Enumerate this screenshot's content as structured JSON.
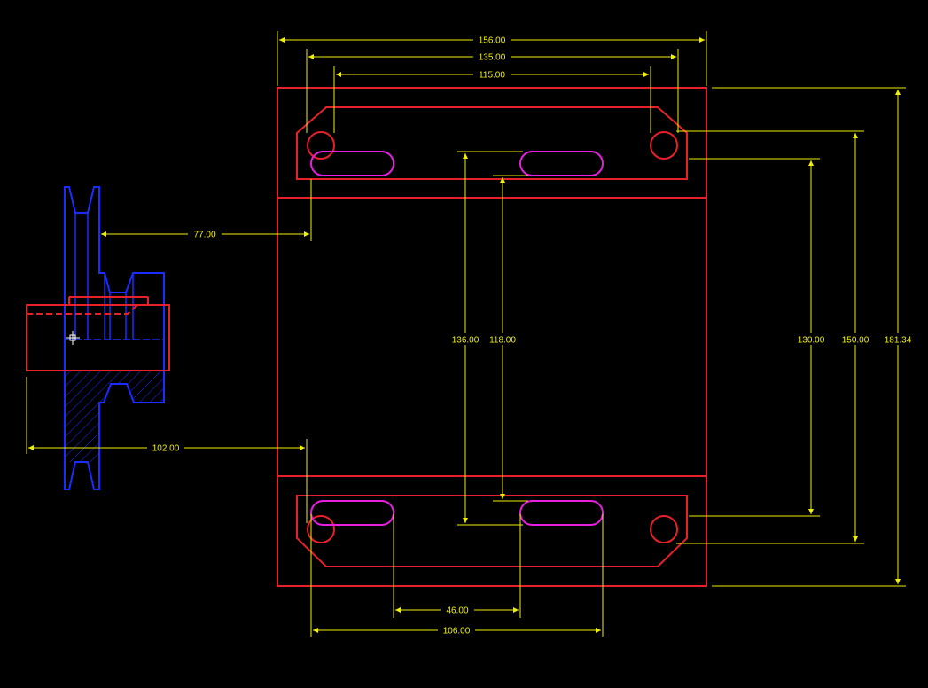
{
  "colors": {
    "background": "#000000",
    "outline": "#e8202a",
    "pulley": "#1a2cff",
    "slot": "#e81ee0",
    "dimension": "#f0f000"
  },
  "dimensions": {
    "d156": "156.00",
    "d135": "135.00",
    "d115": "115.00",
    "d77": "77.00",
    "d102": "102.00",
    "d136": "136.00",
    "d118": "118.00",
    "d130": "130.00",
    "d150": "150.00",
    "d181": "181.34",
    "d46": "46.00",
    "d106": "106.00"
  },
  "icons": {
    "cursor": "crosshair-icon"
  }
}
